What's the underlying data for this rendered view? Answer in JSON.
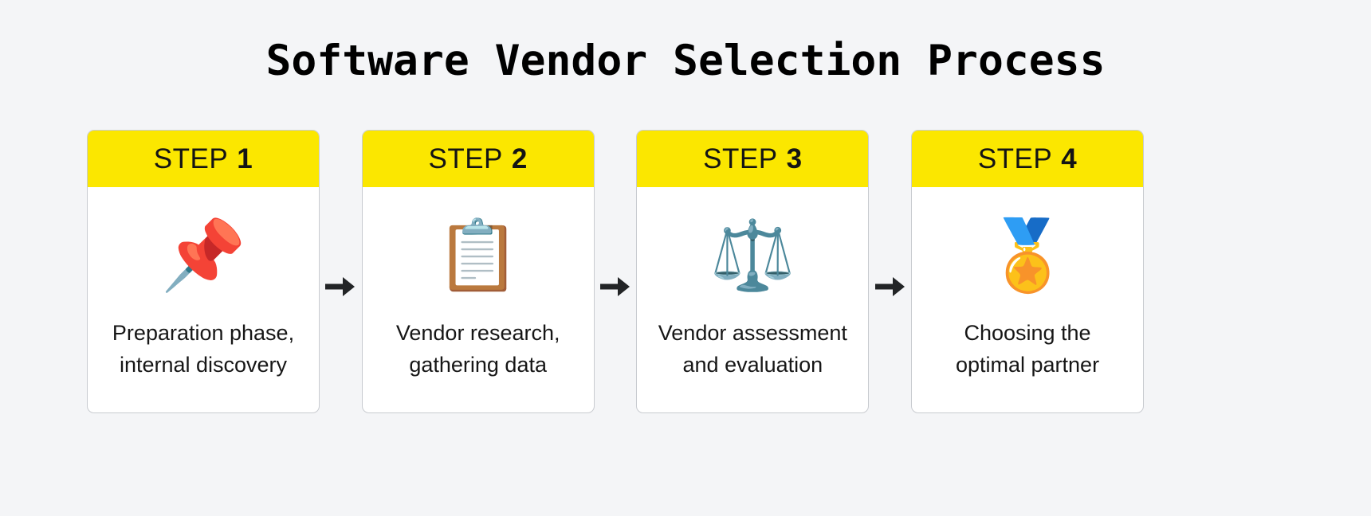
{
  "page": {
    "title": "Software Vendor Selection Process",
    "background_color": "#f4f5f7"
  },
  "theme": {
    "header_yellow": "#fbe700",
    "card_background": "#ffffff",
    "card_border": "#c8cbd0",
    "text_color": "#161616",
    "arrow_color": "#222426"
  },
  "steps": [
    {
      "step_word": "STEP",
      "step_number": "1",
      "icon": "pushpin-emoji",
      "icon_glyph": "📌",
      "text_line_1": "Preparation phase,",
      "text_line_2": "internal discovery"
    },
    {
      "step_word": "STEP",
      "step_number": "2",
      "icon": "clipboard-emoji",
      "icon_glyph": "📋",
      "text_line_1": "Vendor research,",
      "text_line_2": "gathering data"
    },
    {
      "step_word": "STEP",
      "step_number": "3",
      "icon": "balance-scale-emoji",
      "icon_glyph": "⚖️",
      "text_line_1": "Vendor assessment",
      "text_line_2": "and evaluation"
    },
    {
      "step_word": "STEP",
      "step_number": "4",
      "icon": "gold-medal-emoji",
      "icon_glyph": "🏅",
      "text_line_1": "Choosing the",
      "text_line_2": "optimal partner"
    }
  ],
  "connectors": [
    {
      "icon": "arrow-right-icon",
      "glyph": "→"
    },
    {
      "icon": "arrow-right-icon",
      "glyph": "→"
    },
    {
      "icon": "arrow-right-icon",
      "glyph": "→"
    }
  ]
}
